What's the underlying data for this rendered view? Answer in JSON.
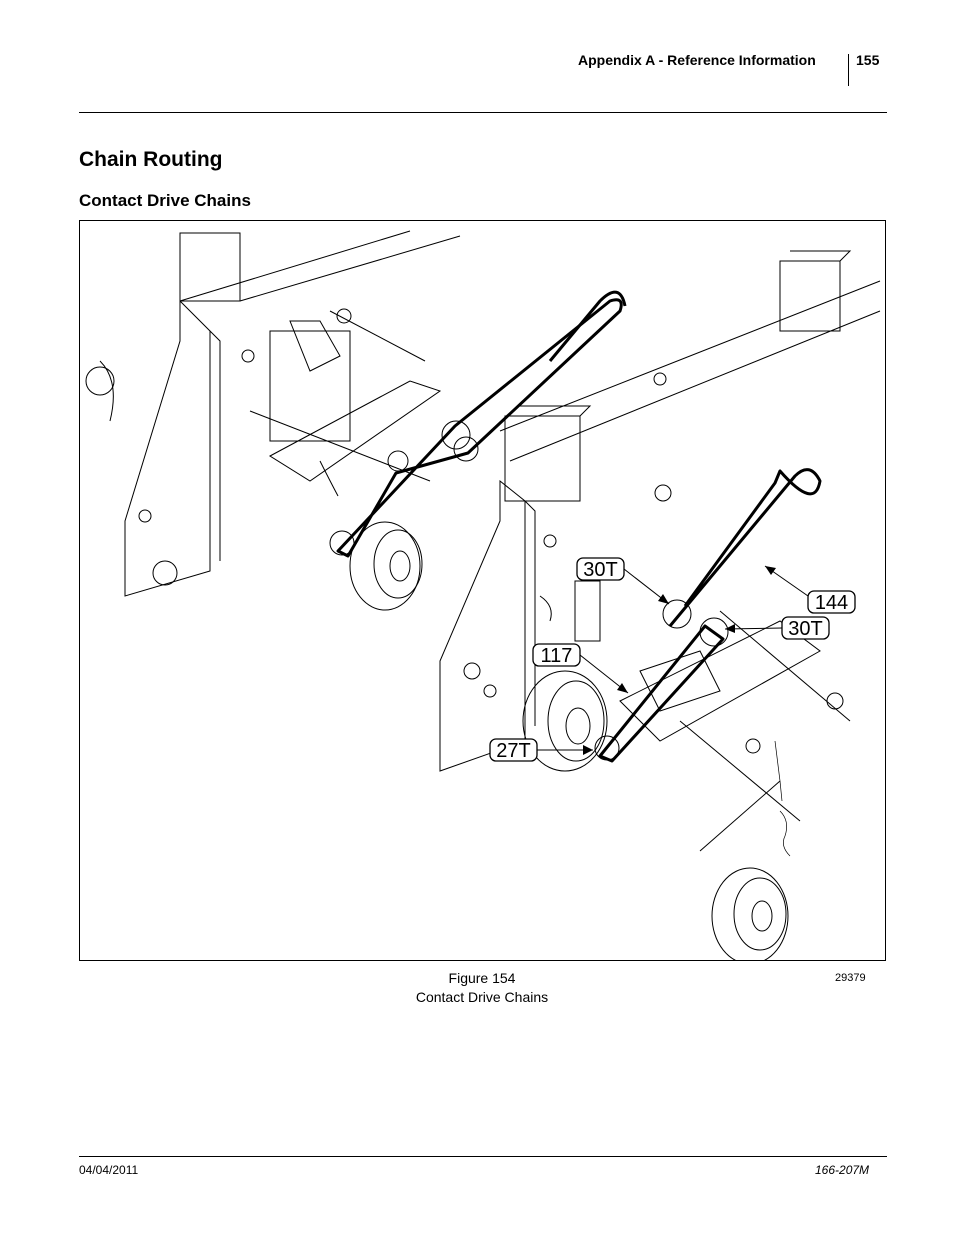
{
  "header": {
    "section_title": "Appendix A - Reference Information",
    "page_number": "155"
  },
  "headings": {
    "chapter": "Chain Routing",
    "section": "Contact Drive Chains"
  },
  "figure": {
    "callouts": {
      "sprocket_upper": "30T",
      "chain_upper": "144",
      "sprocket_mid": "30T",
      "chain_lower": "117",
      "sprocket_lower": "27T"
    },
    "number_label": "Figure 154",
    "title": "Contact Drive Chains",
    "drawing_id": "29379"
  },
  "footer": {
    "date": "04/04/2011",
    "document_number": "166-207M"
  }
}
